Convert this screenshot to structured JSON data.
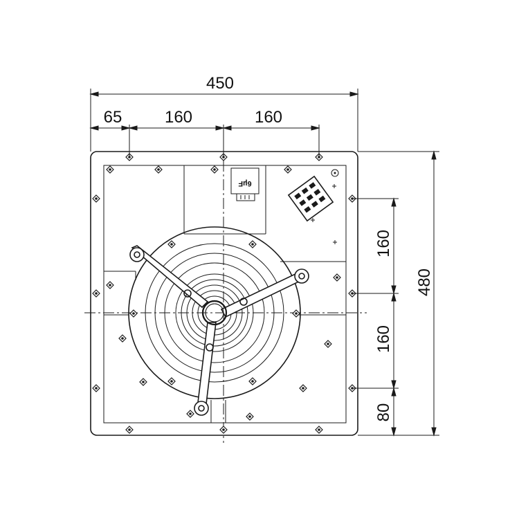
{
  "dimensions": {
    "overall_width": "450",
    "offset_left": "65",
    "spacing_1": "160",
    "spacing_2": "160",
    "overall_height": "480",
    "right_spacing_1": "160",
    "right_spacing_2": "160",
    "right_spacing_3": "80"
  },
  "capacitor_label": "6µF",
  "colors": {
    "line": "#1a1a1a",
    "background": "#ffffff"
  }
}
